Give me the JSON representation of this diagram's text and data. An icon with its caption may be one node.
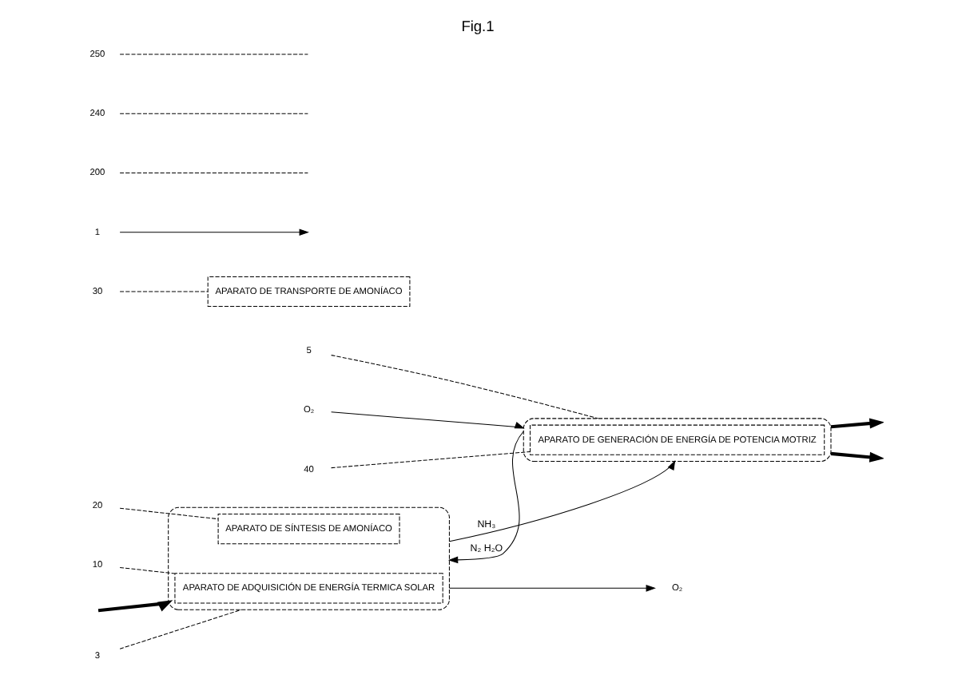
{
  "diagram": {
    "title": "Fig.1",
    "nodes": [
      {
        "text": [],
        "shape": "ellipse"
      },
      {
        "text": [
          "APARATO DE ADQUISICIÓN DE ENERGÍA TERMICA SOLAR"
        ],
        "in": 0
      },
      {
        "text": [
          "APARATO DE SÍNTESIS DE AMONÍACO"
        ],
        "in": 0
      },
      {
        "text": [],
        "shape": "ellipse"
      },
      {
        "text": [
          "APARATO DE GENERACIÓN DE ENERGÍA DE POTENCIA MOTRIZ"
        ],
        "in": 3
      },
      {
        "text": [
          "APARATO DE TRANSPORTE DE AMONÍACO"
        ]
      },
      {
        "text": [
          "1"
        ]
      },
      {
        "text": [
          "200"
        ]
      },
      {
        "text": [
          "3"
        ]
      },
      {
        "text": [
          "10"
        ]
      },
      {
        "text": [
          "20"
        ]
      },
      {
        "text": [
          "40"
        ]
      },
      {
        "text": [
          "5"
        ]
      },
      {
        "text": [
          "240"
        ]
      },
      {
        "text": [
          "250"
        ]
      },
      {
        "text": [
          "30"
        ]
      },
      {
        "text": [
          "O₂"
        ]
      },
      {
        "text": [
          "O₂"
        ]
      }
    ],
    "edges": [
      {
        "from": null,
        "to": 0,
        "arrow": "to",
        "style": "thick"
      },
      {
        "from": 0,
        "to": 3,
        "arrow": "to",
        "label": "NH₃"
      },
      {
        "from": 3,
        "to": 0,
        "arrow": "to",
        "label": "N₂ H₂O"
      },
      {
        "from": 0,
        "to": 16,
        "arrow": "to"
      },
      {
        "from": 17,
        "to": 3,
        "arrow": "to"
      },
      {
        "from": 3,
        "to": null,
        "arrow": "to",
        "style": "thick"
      },
      {
        "from": 3,
        "to": null,
        "arrow": "to",
        "style": "thick"
      },
      {
        "from": 6,
        "to": null,
        "arrow": "to"
      },
      {
        "from": 7,
        "to": null,
        "arrow": "none",
        "style": "dashed"
      },
      {
        "from": 8,
        "to": 0,
        "arrow": "none",
        "style": "dashed"
      },
      {
        "from": 9,
        "to": 1,
        "arrow": "none",
        "style": "dashed"
      },
      {
        "from": 10,
        "to": 2,
        "arrow": "none",
        "style": "dashed"
      },
      {
        "from": 11,
        "to": 4,
        "arrow": "none",
        "style": "dashed"
      },
      {
        "from": 12,
        "to": 3,
        "arrow": "none",
        "style": "dashed"
      },
      {
        "from": 13,
        "to": null,
        "arrow": "none",
        "style": "dashed"
      },
      {
        "from": 14,
        "to": null,
        "arrow": "none",
        "style": "dashed"
      },
      {
        "from": 15,
        "to": 5,
        "arrow": "none",
        "style": "dashed"
      }
    ]
  }
}
